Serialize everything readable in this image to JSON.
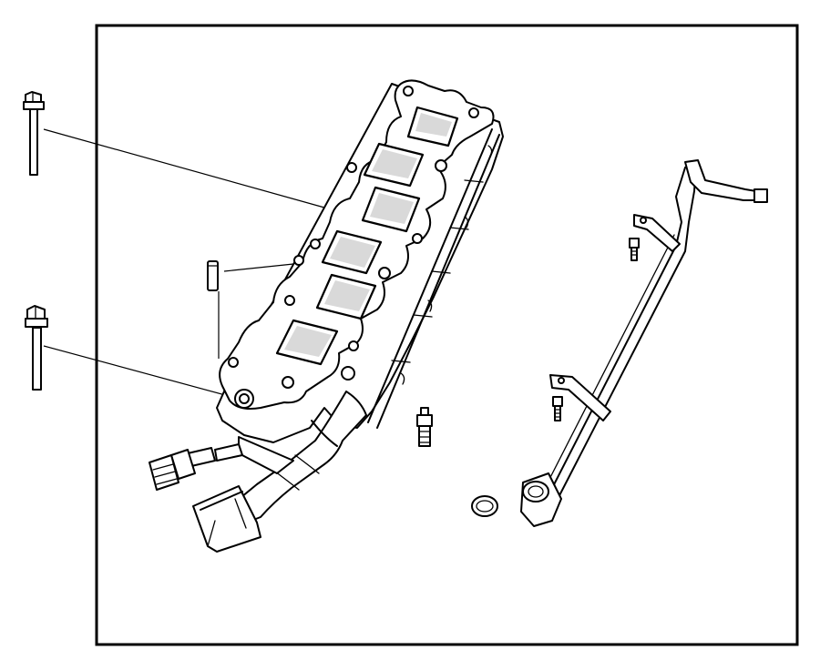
{
  "diagram": {
    "frame_color": "#000000",
    "background_color": "#ffffff",
    "line_color": "#000000",
    "parts": [
      {
        "id": "bolt-long-upper",
        "icon": "bolt-icon"
      },
      {
        "id": "bolt-long-lower",
        "icon": "bolt-icon"
      },
      {
        "id": "dowel-pin",
        "icon": "pin-icon"
      },
      {
        "id": "intake-manifold-plenum",
        "icon": "manifold-icon"
      },
      {
        "id": "coolant-outlet-housing",
        "icon": "housing-icon"
      },
      {
        "id": "temperature-sensor",
        "icon": "sensor-icon"
      },
      {
        "id": "bleed-screw",
        "icon": "bleeder-icon"
      },
      {
        "id": "o-ring",
        "icon": "seal-ring-icon"
      },
      {
        "id": "coolant-tube",
        "icon": "tube-icon"
      },
      {
        "id": "tube-bolt-upper",
        "icon": "bolt-icon"
      },
      {
        "id": "tube-bolt-lower",
        "icon": "bolt-icon"
      }
    ]
  }
}
